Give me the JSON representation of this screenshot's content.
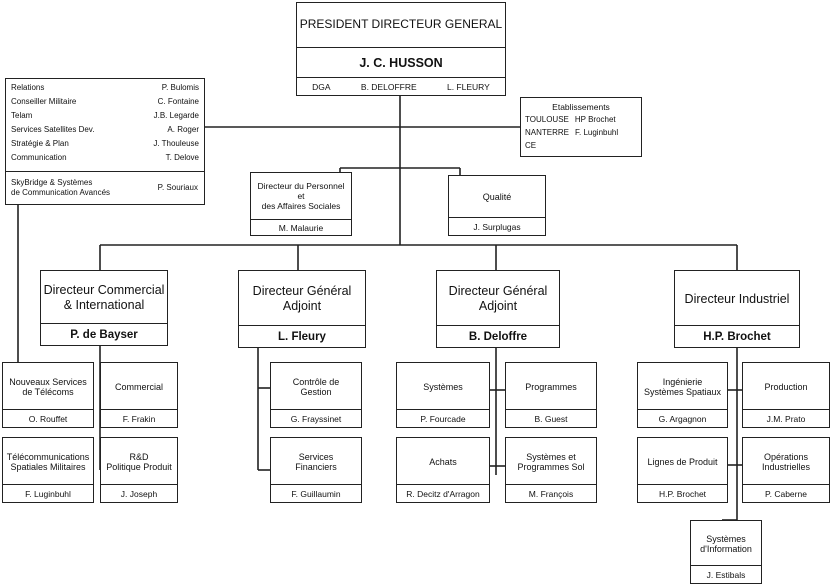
{
  "president": {
    "title": "PRESIDENT DIRECTEUR GENERAL",
    "name": "J. C. HUSSON",
    "dga": {
      "label": "DGA",
      "names": [
        "B. DELOFFRE",
        "L. FLEURY"
      ]
    }
  },
  "staff_left": {
    "rows": [
      {
        "role": "Relations",
        "name": "P. Bulomis"
      },
      {
        "role": "Conseiller Militaire",
        "name": "C. Fontaine"
      },
      {
        "role": "Telam",
        "name": "J.B. Legarde"
      },
      {
        "role": "Services Satellites Dev.",
        "name": "A. Roger"
      },
      {
        "role": "Stratégie & Plan",
        "name": "J. Thouleuse"
      },
      {
        "role": "Communication",
        "name": "T. Delove"
      }
    ],
    "footer": {
      "role_line1": "SkyBridge & Systèmes",
      "role_line2": "de Communication Avancés",
      "name": "P. Souriaux"
    }
  },
  "establishments": {
    "title": "Etablissements",
    "rows": [
      {
        "site": "TOULOUSE",
        "name": "HP Brochet"
      },
      {
        "site": "NANTERRE",
        "name": "F. Luginbuhl"
      },
      {
        "site": "CE",
        "name": ""
      }
    ]
  },
  "personnel": {
    "title": "Directeur du Personnel\net\ndes Affaires Sociales",
    "name": "M. Malaurie"
  },
  "qualite": {
    "title": "Qualité",
    "name": "J. Surplugas"
  },
  "directors": [
    {
      "title": "Directeur Commercial\n& International",
      "name": "P. de Bayser"
    },
    {
      "title": "Directeur Général\nAdjoint",
      "name": "L. Fleury"
    },
    {
      "title": "Directeur Général\nAdjoint",
      "name": "B. Deloffre"
    },
    {
      "title": "Directeur Industriel",
      "name": "H.P. Brochet"
    }
  ],
  "units": [
    {
      "title": "Nouveaux Services\nde Télécoms",
      "name": "O. Rouffet"
    },
    {
      "title": "Commercial",
      "name": "F. Frakin"
    },
    {
      "title": "Télécommunications\nSpatiales Militaires",
      "name": "F. Luginbuhl"
    },
    {
      "title": "R&D\nPolitique Produit",
      "name": "J. Joseph"
    },
    {
      "title": "Contrôle de\nGestion",
      "name": "G. Frayssinet"
    },
    {
      "title": "Services\nFinanciers",
      "name": "F. Guillaumin"
    },
    {
      "title": "Systèmes",
      "name": "P. Fourcade"
    },
    {
      "title": "Programmes",
      "name": "B. Guest"
    },
    {
      "title": "Achats",
      "name": "R. Decitz d'Arragon"
    },
    {
      "title": "Systèmes et\nProgrammes Sol",
      "name": "M. François"
    },
    {
      "title": "Ingénierie\nSystèmes Spatiaux",
      "name": "G. Argagnon"
    },
    {
      "title": "Production",
      "name": "J.M. Prato"
    },
    {
      "title": "Lignes de Produit",
      "name": "H.P. Brochet"
    },
    {
      "title": "Opérations\nIndustrielles",
      "name": "P. Caberne"
    },
    {
      "title": "Systèmes\nd'Information",
      "name": "J. Estibals"
    }
  ]
}
